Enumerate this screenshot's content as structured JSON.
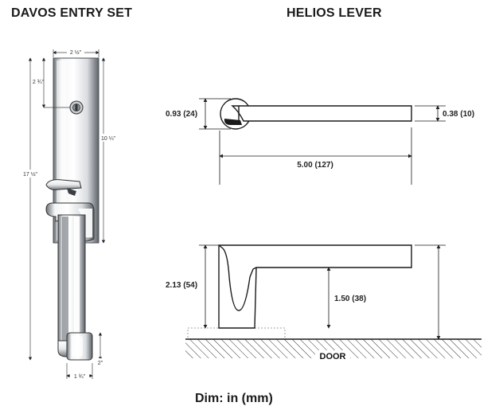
{
  "titles": {
    "left": "DAVOS ENTRY SET",
    "right": "HELIOS LEVER"
  },
  "entry_set": {
    "dim_width": "2 ½\"",
    "dim_backset": "2 ¾\"",
    "dim_height_plate": "10 ¼\"",
    "dim_height_total": "17 ½\"",
    "dim_bottom_height": "2\"",
    "dim_bottom_width": "1 ¾\""
  },
  "lever_top": {
    "dim_rose": "0.93 (24)",
    "dim_thickness": "0.38 (10)",
    "dim_length": "5.00 (127)"
  },
  "lever_side": {
    "dim_height": "2.13 (54)",
    "dim_lever_height": "1.50 (38)",
    "door_label": "DOOR"
  },
  "footer": "Dim: in (mm)",
  "colors": {
    "line": "#1a1a1a",
    "chrome_dark": "#5a6066",
    "chrome_light": "#ffffff"
  }
}
